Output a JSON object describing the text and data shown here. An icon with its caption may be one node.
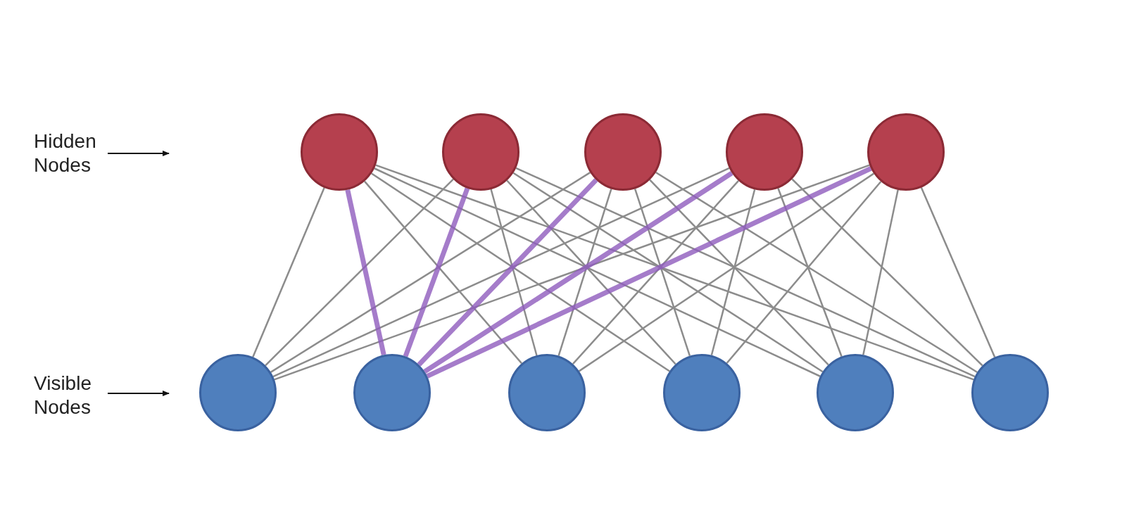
{
  "diagram": {
    "nodes": [
      {
        "text": [
          "Hidden Nodes"
        ]
      },
      {
        "text": [
          "Visible Nodes"
        ]
      },
      {
        "text": [],
        "shape": "circle"
      },
      {
        "text": [],
        "shape": "circle"
      },
      {
        "text": [],
        "shape": "circle"
      },
      {
        "text": [],
        "shape": "circle"
      },
      {
        "text": [],
        "shape": "circle"
      },
      {
        "text": [],
        "shape": "circle"
      },
      {
        "text": [],
        "shape": "circle"
      },
      {
        "text": [],
        "shape": "circle"
      },
      {
        "text": [],
        "shape": "circle"
      },
      {
        "text": [],
        "shape": "circle"
      },
      {
        "text": [],
        "shape": "circle"
      }
    ],
    "edges": [
      {
        "from": 0,
        "to": null,
        "arrow": "to",
        "color": "#111111"
      },
      {
        "from": 1,
        "to": null,
        "arrow": "to",
        "color": "#111111"
      },
      {
        "from": 2,
        "to": 7,
        "arrow": "none"
      },
      {
        "from": 2,
        "to": 9,
        "arrow": "none"
      },
      {
        "from": 2,
        "to": 10,
        "arrow": "none"
      },
      {
        "from": 2,
        "to": 11,
        "arrow": "none"
      },
      {
        "from": 2,
        "to": 12,
        "arrow": "none"
      },
      {
        "from": 3,
        "to": 7,
        "arrow": "none"
      },
      {
        "from": 3,
        "to": 9,
        "arrow": "none"
      },
      {
        "from": 3,
        "to": 10,
        "arrow": "none"
      },
      {
        "from": 3,
        "to": 11,
        "arrow": "none"
      },
      {
        "from": 3,
        "to": 12,
        "arrow": "none"
      },
      {
        "from": 4,
        "to": 7,
        "arrow": "none"
      },
      {
        "from": 4,
        "to": 9,
        "arrow": "none"
      },
      {
        "from": 4,
        "to": 10,
        "arrow": "none"
      },
      {
        "from": 4,
        "to": 11,
        "arrow": "none"
      },
      {
        "from": 4,
        "to": 12,
        "arrow": "none"
      },
      {
        "from": 5,
        "to": 7,
        "arrow": "none"
      },
      {
        "from": 5,
        "to": 9,
        "arrow": "none"
      },
      {
        "from": 5,
        "to": 10,
        "arrow": "none"
      },
      {
        "from": 5,
        "to": 11,
        "arrow": "none"
      },
      {
        "from": 5,
        "to": 12,
        "arrow": "none"
      },
      {
        "from": 6,
        "to": 7,
        "arrow": "none"
      },
      {
        "from": 6,
        "to": 9,
        "arrow": "none"
      },
      {
        "from": 6,
        "to": 10,
        "arrow": "none"
      },
      {
        "from": 6,
        "to": 11,
        "arrow": "none"
      },
      {
        "from": 6,
        "to": 12,
        "arrow": "none"
      },
      {
        "from": 2,
        "to": 8,
        "arrow": "none",
        "style": "thick",
        "color": "#8e5bbd"
      },
      {
        "from": 3,
        "to": 8,
        "arrow": "none",
        "style": "thick",
        "color": "#8e5bbd"
      },
      {
        "from": 4,
        "to": 8,
        "arrow": "none",
        "style": "thick",
        "color": "#8e5bbd"
      },
      {
        "from": 5,
        "to": 8,
        "arrow": "none",
        "style": "thick",
        "color": "#8e5bbd"
      },
      {
        "from": 6,
        "to": 8,
        "arrow": "none",
        "style": "thick",
        "color": "#8e5bbd"
      }
    ]
  }
}
